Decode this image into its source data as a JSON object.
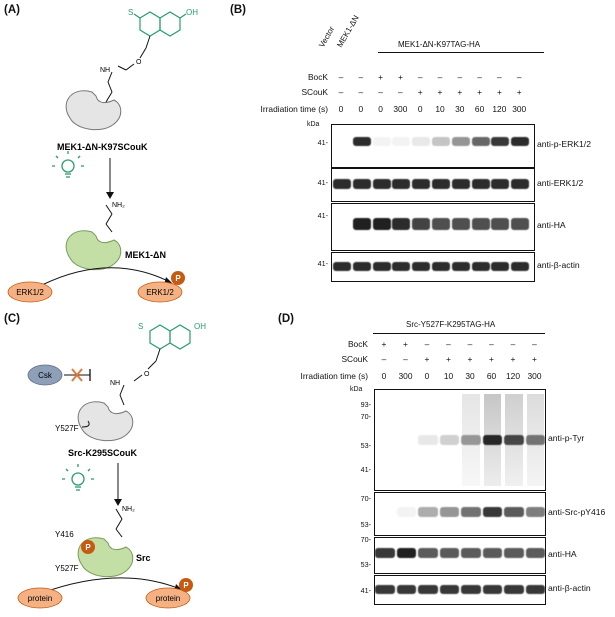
{
  "panel_labels": {
    "A": "(A)",
    "B": "(B)",
    "C": "(C)",
    "D": "(D)"
  },
  "panelA": {
    "caged_label": "MEK1-ΔN-K97SCouK",
    "active_label": "MEK1-ΔN",
    "substrate": "ERK1/2",
    "product": "ERK1/2",
    "phospho": "P",
    "sulfur": "S",
    "oh": "OH",
    "o": "O",
    "nh": "NH",
    "nh2": "NH₂",
    "colors": {
      "coumarin": "#2a9d6e",
      "kinase_caged": "#e5e5e5",
      "kinase_active": "#c4dfa6",
      "substrate": "#f4b183",
      "phospho": "#c55a11",
      "light": "#2a9d6e"
    }
  },
  "panelB": {
    "header_vector": "Vector",
    "header_mek": "MEK1-ΔN",
    "header_group": "MEK1-ΔN-K97TAG-HA",
    "row_labels": [
      "BocK",
      "SCouK",
      "Irradiation time (s)"
    ],
    "rows": [
      [
        "–",
        "–",
        "+",
        "+",
        "–",
        "–",
        "–",
        "–",
        "–",
        "–"
      ],
      [
        "–",
        "–",
        "–",
        "–",
        "+",
        "+",
        "+",
        "+",
        "+",
        "+"
      ],
      [
        "0",
        "0",
        "0",
        "300",
        "0",
        "10",
        "30",
        "60",
        "120",
        "300"
      ]
    ],
    "kda": "kDa",
    "blots": [
      {
        "mw": [
          "41-"
        ],
        "antibody": "anti-p-ERK1/2",
        "intensity": [
          0.0,
          0.9,
          0.05,
          0.05,
          0.1,
          0.25,
          0.45,
          0.65,
          0.85,
          0.9
        ]
      },
      {
        "mw": [
          "41-"
        ],
        "antibody": "anti-ERK1/2",
        "intensity": [
          0.9,
          0.9,
          0.9,
          0.9,
          0.9,
          0.9,
          0.9,
          0.9,
          0.9,
          0.9
        ]
      },
      {
        "mw": [
          "41-"
        ],
        "antibody": "anti-HA",
        "intensity": [
          0.0,
          0.95,
          0.95,
          0.9,
          0.8,
          0.75,
          0.75,
          0.75,
          0.75,
          0.75
        ]
      },
      {
        "mw": [
          "41-"
        ],
        "antibody": "anti-β-actin",
        "intensity": [
          0.9,
          0.9,
          0.9,
          0.9,
          0.9,
          0.9,
          0.9,
          0.9,
          0.9,
          0.9
        ]
      }
    ]
  },
  "panelC": {
    "csk": "Csk",
    "mutation": "Y527F",
    "caged_label": "Src-K295SCouK",
    "active_label": "Src",
    "y416": "Y416",
    "y527f": "Y527F",
    "substrate": "protein",
    "product": "protein",
    "phospho": "P",
    "sulfur": "S",
    "oh": "OH",
    "o": "O",
    "nh": "NH",
    "nh2": "NH₂",
    "colors": {
      "csk": "#8e9fb8",
      "inhibit": "#e07b39"
    }
  },
  "panelD": {
    "header_group": "Src-Y527F-K295TAG-HA",
    "row_labels": [
      "BocK",
      "SCouK",
      "Irradiation time (s)"
    ],
    "rows": [
      [
        "+",
        "+",
        "–",
        "–",
        "–",
        "–",
        "–",
        "–"
      ],
      [
        "–",
        "–",
        "+",
        "+",
        "+",
        "+",
        "+",
        "+"
      ],
      [
        "0",
        "300",
        "0",
        "10",
        "30",
        "60",
        "120",
        "300"
      ]
    ],
    "kda": "kDa",
    "blots": [
      {
        "mw": [
          "93-",
          "70-",
          "53-",
          "41-"
        ],
        "antibody": "anti-p-Tyr",
        "intensity": [
          0.0,
          0.0,
          0.1,
          0.2,
          0.4,
          0.9,
          0.75,
          0.55
        ]
      },
      {
        "mw": [
          "70-",
          "53-"
        ],
        "antibody": "anti-Src-pY416",
        "intensity": [
          0.0,
          0.05,
          0.35,
          0.45,
          0.6,
          0.85,
          0.7,
          0.55
        ]
      },
      {
        "mw": [
          "70-",
          "53-"
        ],
        "antibody": "anti-HA",
        "intensity": [
          0.85,
          0.95,
          0.7,
          0.7,
          0.7,
          0.7,
          0.7,
          0.7
        ]
      },
      {
        "mw": [
          "41-"
        ],
        "antibody": "anti-β-actin",
        "intensity": [
          0.85,
          0.85,
          0.85,
          0.85,
          0.85,
          0.85,
          0.85,
          0.85
        ]
      }
    ]
  }
}
